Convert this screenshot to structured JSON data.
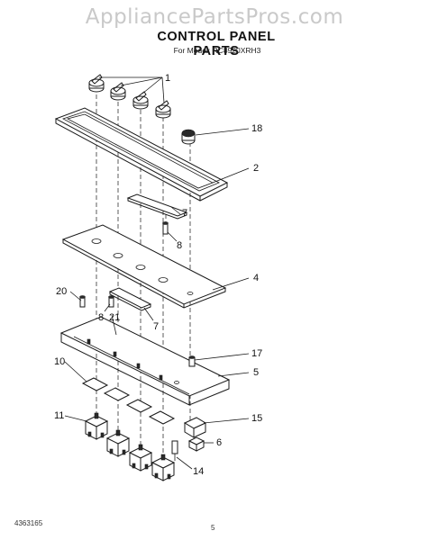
{
  "header": {
    "watermark": "AppliancePartsPros.com",
    "title": "CONTROL PANEL PARTS",
    "subtitle": "For Model: RC8920XRH3"
  },
  "callouts": [
    "1",
    "18",
    "2",
    "7",
    "8",
    "4",
    "20",
    "8",
    "21",
    "7",
    "17",
    "10",
    "5",
    "11",
    "15",
    "6",
    "14"
  ],
  "footer": {
    "doc_number": "4363165",
    "page_number": "5"
  }
}
